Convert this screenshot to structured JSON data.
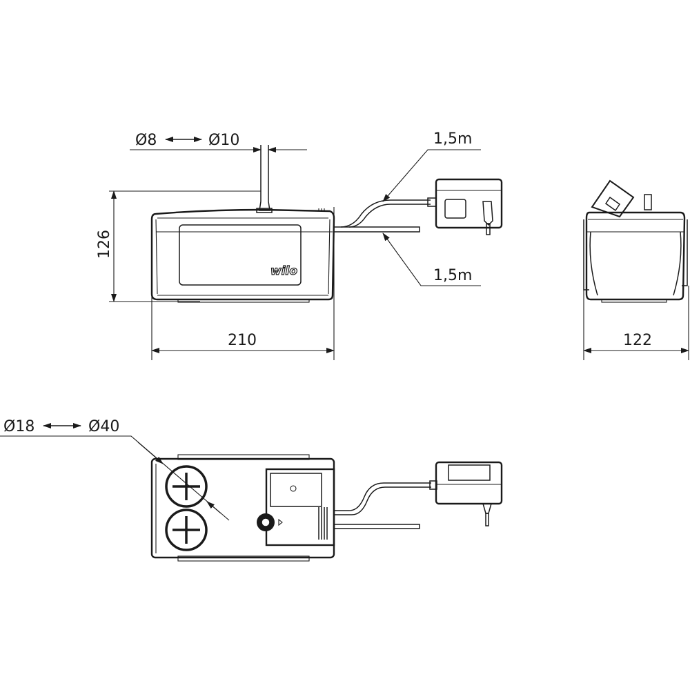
{
  "front_view": {
    "tube_diameter_min": "Ø8",
    "tube_diameter_max": "Ø10",
    "cable_length_power": "1,5m",
    "cable_length_alarm": "1,5m",
    "height": "126",
    "width": "210",
    "logo": "wilo"
  },
  "side_view": {
    "depth": "122"
  },
  "bottom_view": {
    "inlet_diameter_min": "Ø18",
    "inlet_diameter_max": "Ø40"
  },
  "colors": {
    "line": "#1a1a1a",
    "background": "#ffffff"
  }
}
